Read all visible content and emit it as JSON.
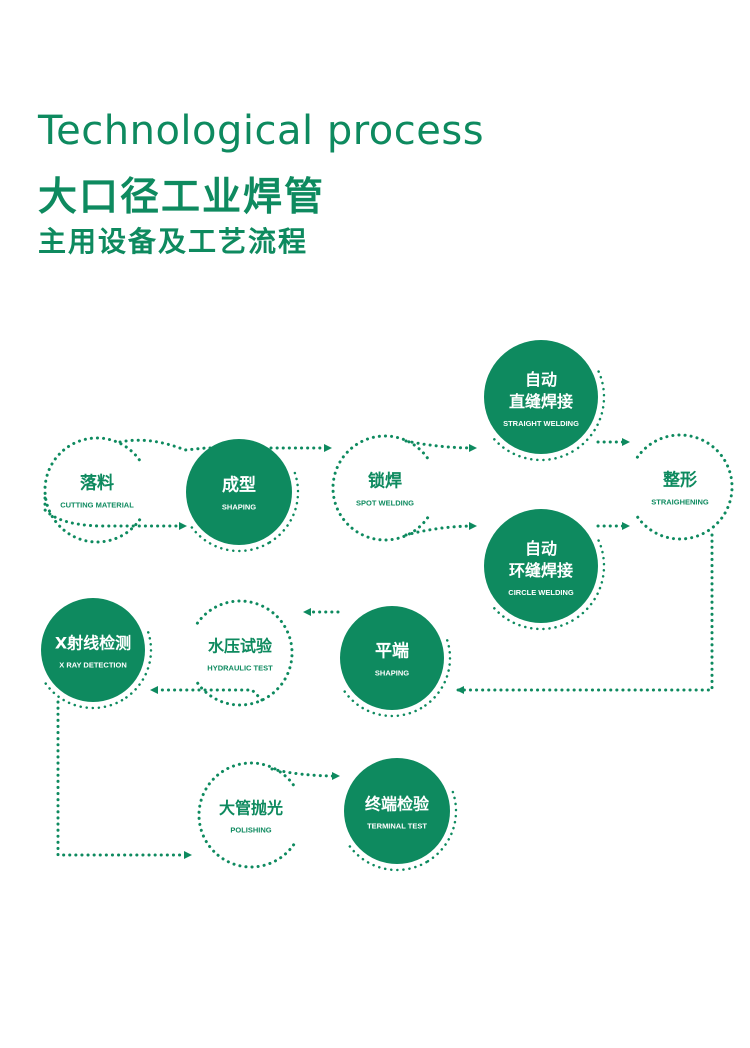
{
  "header": {
    "title_en": "Technological process",
    "title_cn": "大口径工业焊管",
    "subtitle_cn": "主用设备及工艺流程"
  },
  "colors": {
    "accent": "#0e8a5f",
    "background": "#ffffff"
  },
  "nodes": {
    "cutting": {
      "cn": [
        "落料"
      ],
      "en": "CUTTING MATERIAL",
      "filled": false
    },
    "shaping": {
      "cn": [
        "成型"
      ],
      "en": "SHAPING",
      "filled": true
    },
    "spot": {
      "cn": [
        "锁焊"
      ],
      "en": "SPOT WELDING",
      "filled": false
    },
    "straight": {
      "cn": [
        "自动",
        "直缝焊接"
      ],
      "en": "STRAIGHT WELDING",
      "filled": true
    },
    "circle": {
      "cn": [
        "自动",
        "环缝焊接"
      ],
      "en": "CIRCLE WELDING",
      "filled": true
    },
    "straighten": {
      "cn": [
        "整形"
      ],
      "en": "STRAIGHENING",
      "filled": false
    },
    "flat": {
      "cn": [
        "平端"
      ],
      "en": "SHAPING",
      "filled": true
    },
    "hydraulic": {
      "cn": [
        "水压试验"
      ],
      "en": "HYDRAULIC TEST",
      "filled": false
    },
    "xray": {
      "cn": [
        "X射线检测"
      ],
      "en": "X RAY DETECTION",
      "filled": true
    },
    "polish": {
      "cn": [
        "大管抛光"
      ],
      "en": "POLISHING",
      "filled": false
    },
    "terminal": {
      "cn": [
        "终端检验"
      ],
      "en": "TERMINAL TEST",
      "filled": true
    }
  }
}
